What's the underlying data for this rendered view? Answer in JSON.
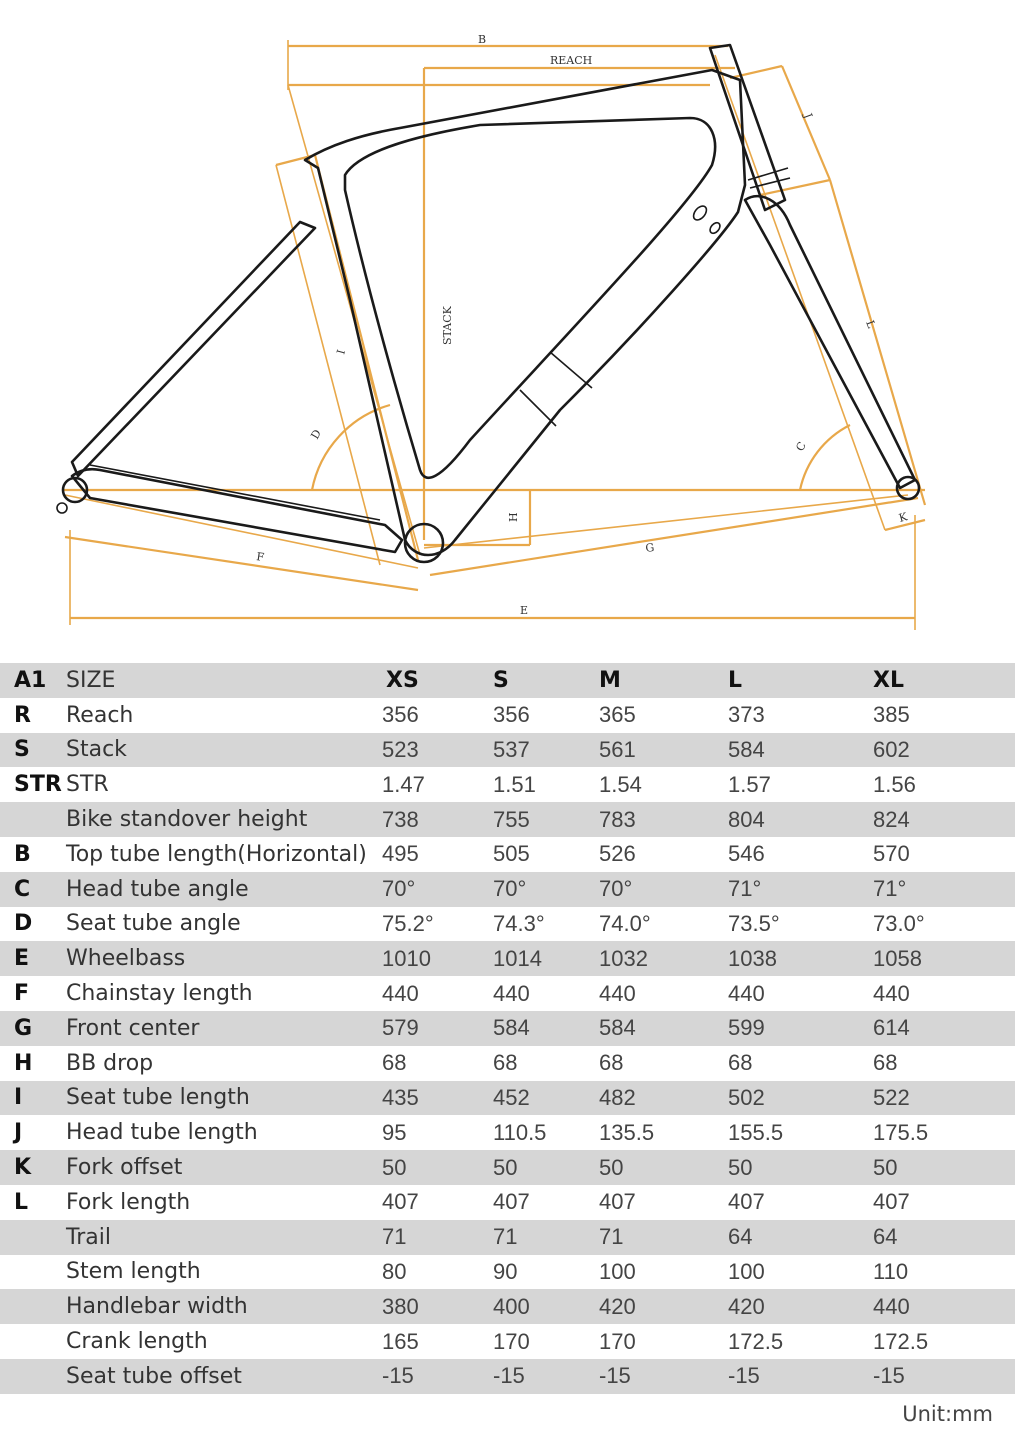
{
  "diagram": {
    "labels": {
      "reach": "REACH",
      "stack": "STACK",
      "b": "B",
      "c": "C",
      "d": "D",
      "e": "E",
      "f": "F",
      "g": "G",
      "h": "H",
      "i": "I",
      "j": "J",
      "k": "K",
      "l": "L"
    }
  },
  "table": {
    "header": {
      "key": "A1",
      "name": "SIZE",
      "sizes": [
        "XS",
        "S",
        "M",
        "L",
        "XL"
      ]
    },
    "rows": [
      {
        "key": "R",
        "name": "Reach",
        "values": [
          "356",
          "356",
          "365",
          "373",
          "385"
        ]
      },
      {
        "key": "S",
        "name": "Stack",
        "values": [
          "523",
          "537",
          "561",
          "584",
          "602"
        ]
      },
      {
        "key": "STR",
        "name": "STR",
        "values": [
          "1.47",
          "1.51",
          "1.54",
          "1.57",
          "1.56"
        ]
      },
      {
        "key": "",
        "name": "Bike standover height",
        "values": [
          "738",
          "755",
          "783",
          "804",
          "824"
        ]
      },
      {
        "key": "B",
        "name": "Top tube length(Horizontal)",
        "values": [
          "495",
          "505",
          "526",
          "546",
          "570"
        ]
      },
      {
        "key": "C",
        "name": "Head tube angle",
        "values": [
          "70°",
          "70°",
          "70°",
          "71°",
          "71°"
        ]
      },
      {
        "key": "D",
        "name": "Seat tube angle",
        "values": [
          "75.2°",
          "74.3°",
          "74.0°",
          "73.5°",
          "73.0°"
        ]
      },
      {
        "key": "E",
        "name": "Wheelbass",
        "values": [
          "1010",
          "1014",
          "1032",
          "1038",
          "1058"
        ]
      },
      {
        "key": "F",
        "name": "Chainstay length",
        "values": [
          "440",
          "440",
          "440",
          "440",
          "440"
        ]
      },
      {
        "key": "G",
        "name": "Front center",
        "values": [
          "579",
          "584",
          "584",
          "599",
          "614"
        ]
      },
      {
        "key": "H",
        "name": "BB drop",
        "values": [
          "68",
          "68",
          "68",
          "68",
          "68"
        ]
      },
      {
        "key": "I",
        "name": "Seat tube length",
        "values": [
          "435",
          "452",
          "482",
          "502",
          "522"
        ]
      },
      {
        "key": "J",
        "name": "Head tube length",
        "values": [
          "95",
          "110.5",
          "135.5",
          "155.5",
          "175.5"
        ]
      },
      {
        "key": "K",
        "name": "Fork offset",
        "values": [
          "50",
          "50",
          "50",
          "50",
          "50"
        ]
      },
      {
        "key": "L",
        "name": "Fork length",
        "values": [
          "407",
          "407",
          "407",
          "407",
          "407"
        ]
      },
      {
        "key": "",
        "name": "Trail",
        "values": [
          "71",
          "71",
          "71",
          "64",
          "64"
        ]
      },
      {
        "key": "",
        "name": "Stem length",
        "values": [
          "80",
          "90",
          "100",
          "100",
          "110"
        ]
      },
      {
        "key": "",
        "name": "Handlebar width",
        "values": [
          "380",
          "400",
          "420",
          "420",
          "440"
        ]
      },
      {
        "key": "",
        "name": "Crank length",
        "values": [
          "165",
          "170",
          "170",
          "172.5",
          "172.5"
        ]
      },
      {
        "key": "",
        "name": "Seat tube offset",
        "values": [
          "-15",
          "-15",
          "-15",
          "-15",
          "-15"
        ]
      }
    ]
  },
  "unit": "Unit:mm",
  "colors": {
    "dimension": "#e8a84a",
    "frame": "#1a1a1a",
    "row_shade": "#d6d6d6"
  }
}
